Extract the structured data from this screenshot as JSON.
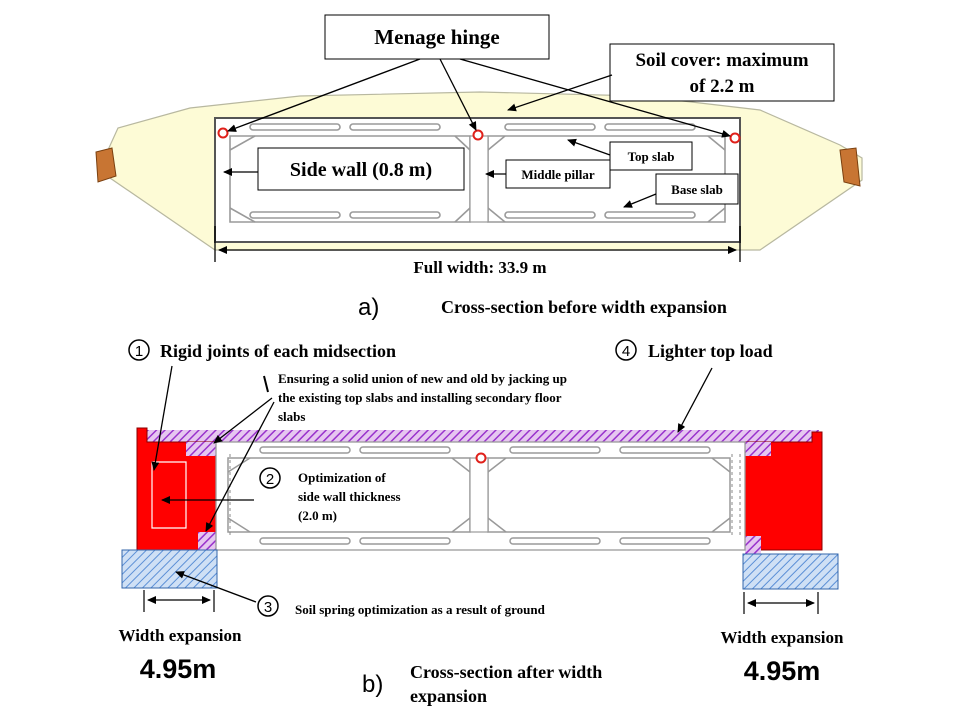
{
  "diagram_a": {
    "menage_hinge": "Menage hinge",
    "soil_cover_line1": "Soil cover: maximum",
    "soil_cover_line2": "of 2.2 m",
    "side_wall": "Side wall (0.8 m)",
    "top_slab": "Top slab",
    "middle_pillar": "Middle pillar",
    "base_slab": "Base slab",
    "full_width": "Full width:  33.9 m",
    "caption_letter": "a)",
    "caption": "Cross-section  before  width  expansion"
  },
  "diagram_b": {
    "item1_number": "1",
    "item1": "Rigid  joints  of each midsection",
    "item4_number": "4",
    "item4": "Lighter top load",
    "note_line1": "Ensuring a solid union of new and old by jacking up",
    "note_line2": "the existing top slabs and installing secondary floor",
    "note_line3": "slabs",
    "item2_number": "2",
    "item2_line1": "Optimization of",
    "item2_line2": "side wall thickness",
    "item2_line3": "(2.0 m)",
    "item3_number": "3",
    "item3": "Soil spring optimization as a result of ground",
    "width_exp_left": "Width  expansion",
    "width_exp_left_value": "4.95m",
    "width_exp_right": "Width  expansion",
    "width_exp_right_value": "4.95m",
    "caption_letter": "b)",
    "caption_line1": "Cross-section  after width",
    "caption_line2": "expansion"
  },
  "colors": {
    "embankment": "#fdfbd6",
    "concrete_red": "#ff0000",
    "hinge_red": "#e0201a",
    "purple_hatch": "#9933cc",
    "blue_hatch": "#5b8fd6",
    "abutment_brown": "#c87533"
  }
}
